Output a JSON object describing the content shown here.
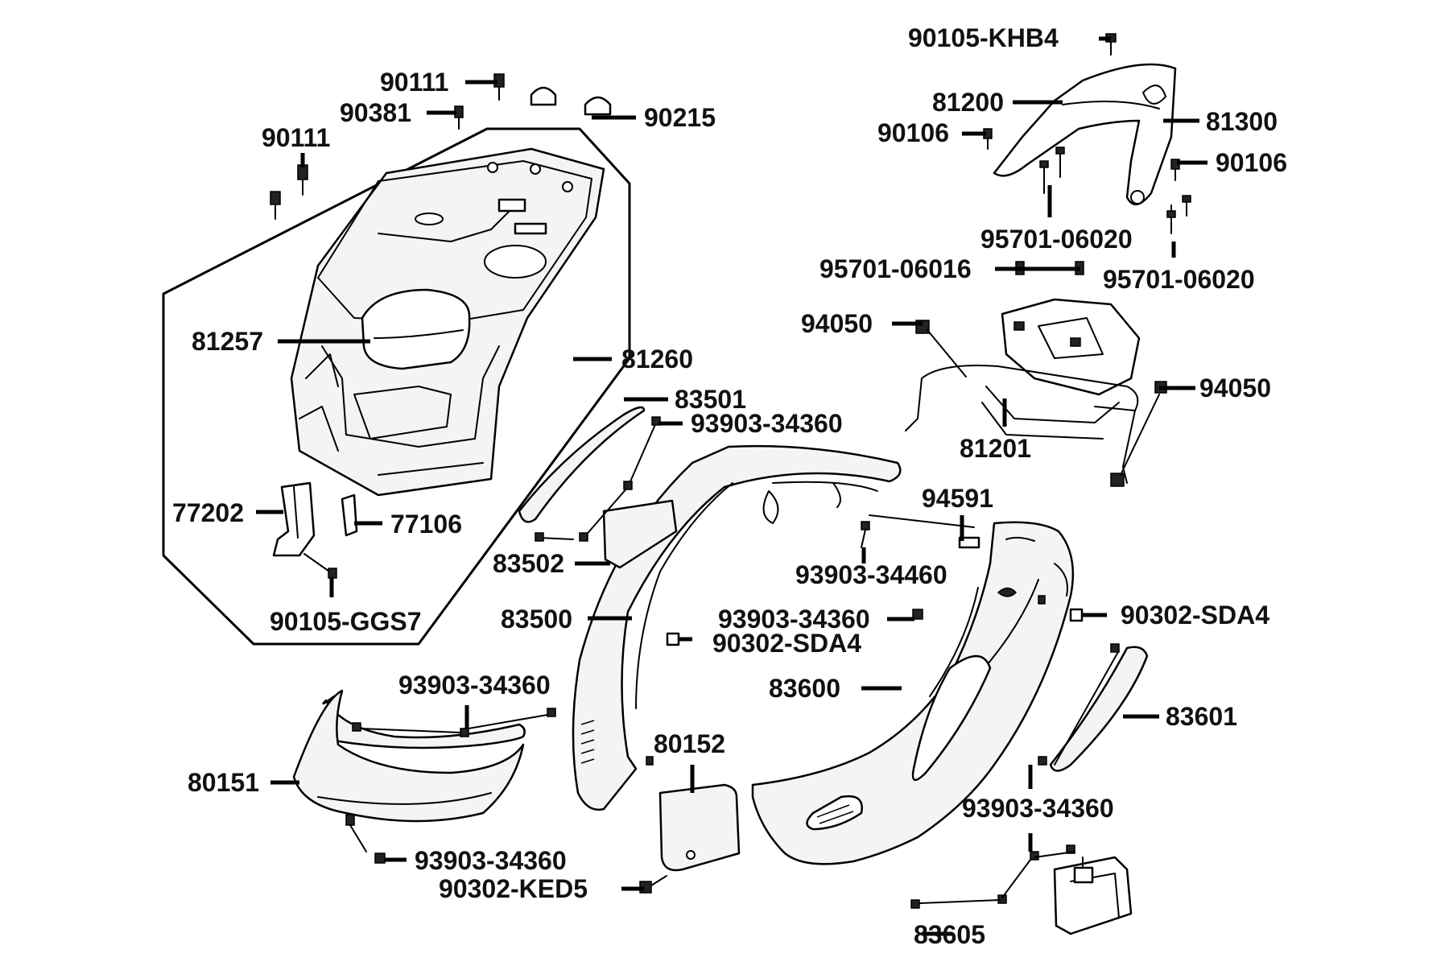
{
  "diagram": {
    "labels": {
      "p90105_KHB4": "90105-KHB4",
      "p81200": "81200",
      "p81300": "81300",
      "p90106_a": "90106",
      "p90106_b": "90106",
      "p95701_06020_a": "95701-06020",
      "p95701_06016": "95701-06016",
      "p95701_06020_b": "95701-06020",
      "p94050_a": "94050",
      "p94050_b": "94050",
      "p81201": "81201",
      "p90111_a": "90111",
      "p90381": "90381",
      "p90215": "90215",
      "p90111_b": "90111",
      "p81257": "81257",
      "p81260": "81260",
      "p83501": "83501",
      "p93903_34360_a": "93903-34360",
      "p77202": "77202",
      "p77106": "77106",
      "p90105_GGS7": "90105-GGS7",
      "p83502": "83502",
      "p83500": "83500",
      "p94591": "94591",
      "p93903_34460": "93903-34460",
      "p93903_34360_b": "93903-34360",
      "p90302_SDA4_a": "90302-SDA4",
      "p90302_SDA4_b": "90302-SDA4",
      "p83600": "83600",
      "p83601": "83601",
      "p93903_34360_c": "93903-34360",
      "p80151": "80151",
      "p80152": "80152",
      "p93903_34360_d": "93903-34360",
      "p90302_KED5": "90302-KED5",
      "p93903_34360_e": "93903-34360",
      "p83605": "83605"
    }
  }
}
